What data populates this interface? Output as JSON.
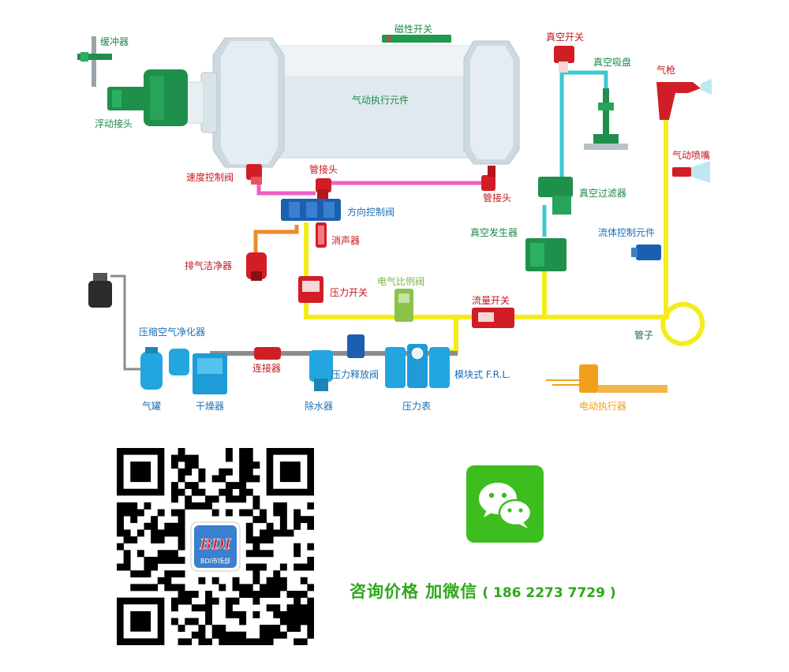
{
  "labels": {
    "buffer": "缓冲器",
    "floating_joint": "浮动接头",
    "magnetic_switch": "磁性开关",
    "pneumatic_actuator": "气动执行元件",
    "speed_control_valve": "速度控制阀",
    "pipe_joint_top": "管接头",
    "pipe_joint_right": "管接头",
    "direction_control_valve": "方向控制阀",
    "silencer": "消声器",
    "exhaust_cleaner": "排气洁净器",
    "pressure_switch": "压力开关",
    "electro_proportional_valve": "电气比例阀",
    "flow_switch": "流量开关",
    "vacuum_switch": "真空开关",
    "vacuum_cup": "真空吸盘",
    "vacuum_filter": "真空过滤器",
    "vacuum_generator": "真空发生器",
    "air_gun": "气枪",
    "air_nozzle": "气动喷嘴",
    "fluid_control": "流体控制元件",
    "tube": "管子",
    "air_purifier": "压缩空气净化器",
    "connector": "连接器",
    "pressure_relief_valve": "压力释放阀",
    "modular_frl": "模块式 F.R.L.",
    "air_tank": "气罐",
    "dryer": "干燥器",
    "water_remover": "除水器",
    "pressure_gauge": "压力表",
    "electric_actuator": "电动执行器"
  },
  "colors": {
    "green_label": "#1d8a4a",
    "red_label": "#c2181f",
    "blue_label": "#1a6fb5",
    "yellow_line": "#f2ea1c",
    "pink_line": "#ef5fc2",
    "orange_line": "#f08a2a",
    "cyan_line": "#3ec7d1",
    "gray_line": "#8c8c8c",
    "wechat_green": "#3dbe1f",
    "cta_green": "#2ea81a"
  },
  "qr": {
    "logo_text": "BDI",
    "logo_caption": "BDI市场部"
  },
  "wechat": {
    "icon": "wechat-icon"
  },
  "cta": {
    "main": "咨询价格 加微信",
    "phone": "( 186 2273 7729 )"
  }
}
